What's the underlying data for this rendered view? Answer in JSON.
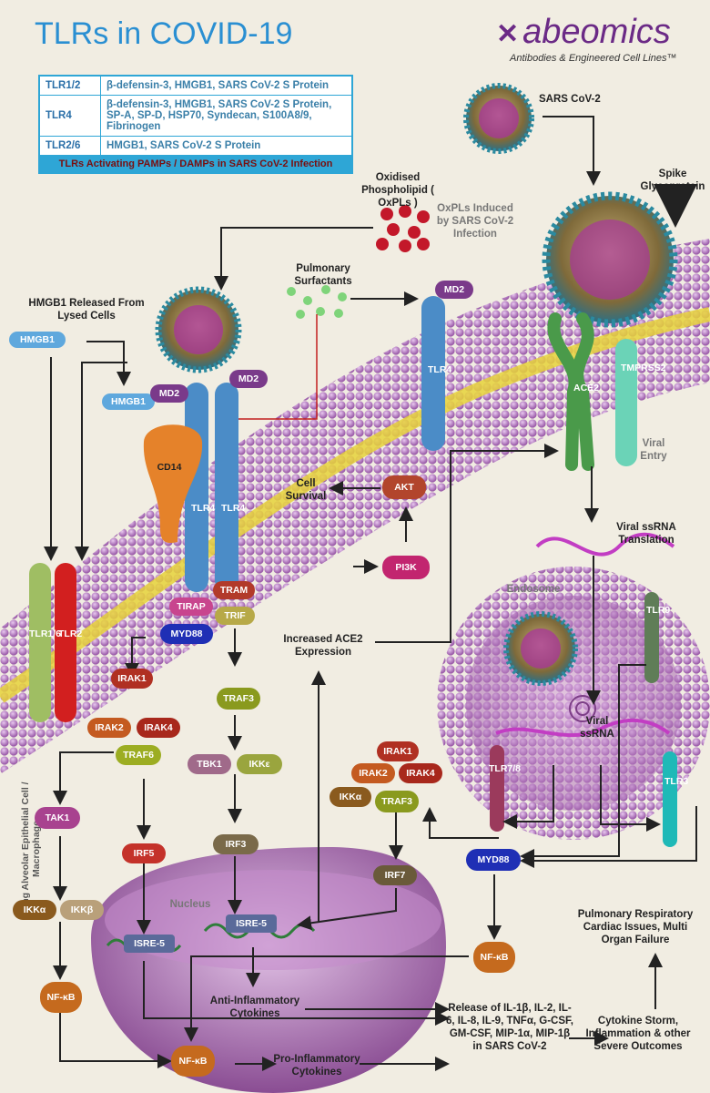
{
  "header": {
    "title": "TLRs in COVID-19",
    "logo": "abeomics",
    "tagline": "Antibodies & Engineered Cell Lines™"
  },
  "table": {
    "rows": [
      {
        "receptor": "TLR1/2",
        "ligands": "β-defensin-3, HMGB1, SARS CoV-2 S Protein"
      },
      {
        "receptor": "TLR4",
        "ligands": "β-defensin-3, HMGB1, SARS CoV-2 S Protein, SP-A, SP-D, HSP70, Syndecan, S100A8/9, Fibrinogen"
      },
      {
        "receptor": "TLR2/6",
        "ligands": "HMGB1, SARS CoV-2 S Protein"
      }
    ],
    "footer": "TLRs Activating PAMPs / DAMPs in SARS CoV-2 Infection"
  },
  "labels": {
    "sars_cov2": "SARS CoV-2",
    "oxpl": "Oxidised Phospholipid ( OxPLs )",
    "oxpl_induced": "OxPLs Induced by SARS CoV-2 Infection",
    "spike": "Spike Glycoprotein",
    "hmgb1_released": "HMGB1 Released From Lysed Cells",
    "pulmonary_surfactants": "Pulmonary Surfactants",
    "viral_entry": "Viral Entry",
    "cell_survival": "Cell Survival",
    "viral_ssrna_translation": "Viral ssRNA Translation",
    "endosome": "Endosome",
    "increased_ace2": "Increased ACE2 Expression",
    "viral_ssrna": "Viral ssRNA",
    "nucleus": "Nucleus",
    "anti_inflam": "Anti-Inflammatory Cytokines",
    "pro_inflam": "Pro-Inflammatory Cytokines",
    "release_of": "Release of IL-1β, IL-2, IL-6, IL-8, IL-9, TNFα, G-CSF, GM-CSF, MIP-1α, MIP-1β in SARS CoV-2",
    "cytokine_storm": "Cytokine Storm, Inflammation & other Severe Outcomes",
    "pulmonary_resp": "Pulmonary Respiratory Cardiac Issues, Multi Organ Failure",
    "side": "Lung Alveolar Epithelial Cell / Macrophage"
  },
  "nodes": {
    "hmgb1_a": "HMGB1",
    "hmgb1_b": "HMGB1",
    "md2_a": "MD2",
    "md2_b": "MD2",
    "md2_c": "MD2",
    "cd14": "CD14",
    "tlr4_a": "TLR4",
    "tlr4_b": "TLR4",
    "tlr4_c": "TLR4",
    "tlr16": "TLR1/6",
    "tlr2": "TLR2",
    "ace2": "ACE2",
    "tmprss2": "TMPRSS2",
    "akt": "AKT",
    "pi3k": "PI3K",
    "tram": "TRAM",
    "tirap": "TIRAP",
    "trif": "TRIF",
    "myd88_a": "MYD88",
    "irak1_a": "IRAK1",
    "irak2_a": "IRAK2",
    "irak4_a": "IRAK4",
    "traf6": "TRAF6",
    "traf3_a": "TRAF3",
    "tak1": "TAK1",
    "ikka_a": "IKKα",
    "ikkb": "IKKβ",
    "nfkb_a": "NF-κB",
    "tbk1": "TBK1",
    "ikke": "IKKε",
    "irf5": "IRF5",
    "irf3": "IRF3",
    "irak1_b": "IRAK1",
    "irak2_b": "IRAK2",
    "irak4_b": "IRAK4",
    "ikka_b": "IKKα",
    "traf3_b": "TRAF3",
    "irf7": "IRF7",
    "tlr9": "TLR9",
    "tlr78": "TLR7/8",
    "tlr3": "TLR3",
    "myd88_b": "MYD88",
    "nfkb_b": "NF-κB",
    "nfkb_c": "NF-κB",
    "isre5_a": "ISRE-5",
    "isre5_b": "ISRE-5"
  }
}
